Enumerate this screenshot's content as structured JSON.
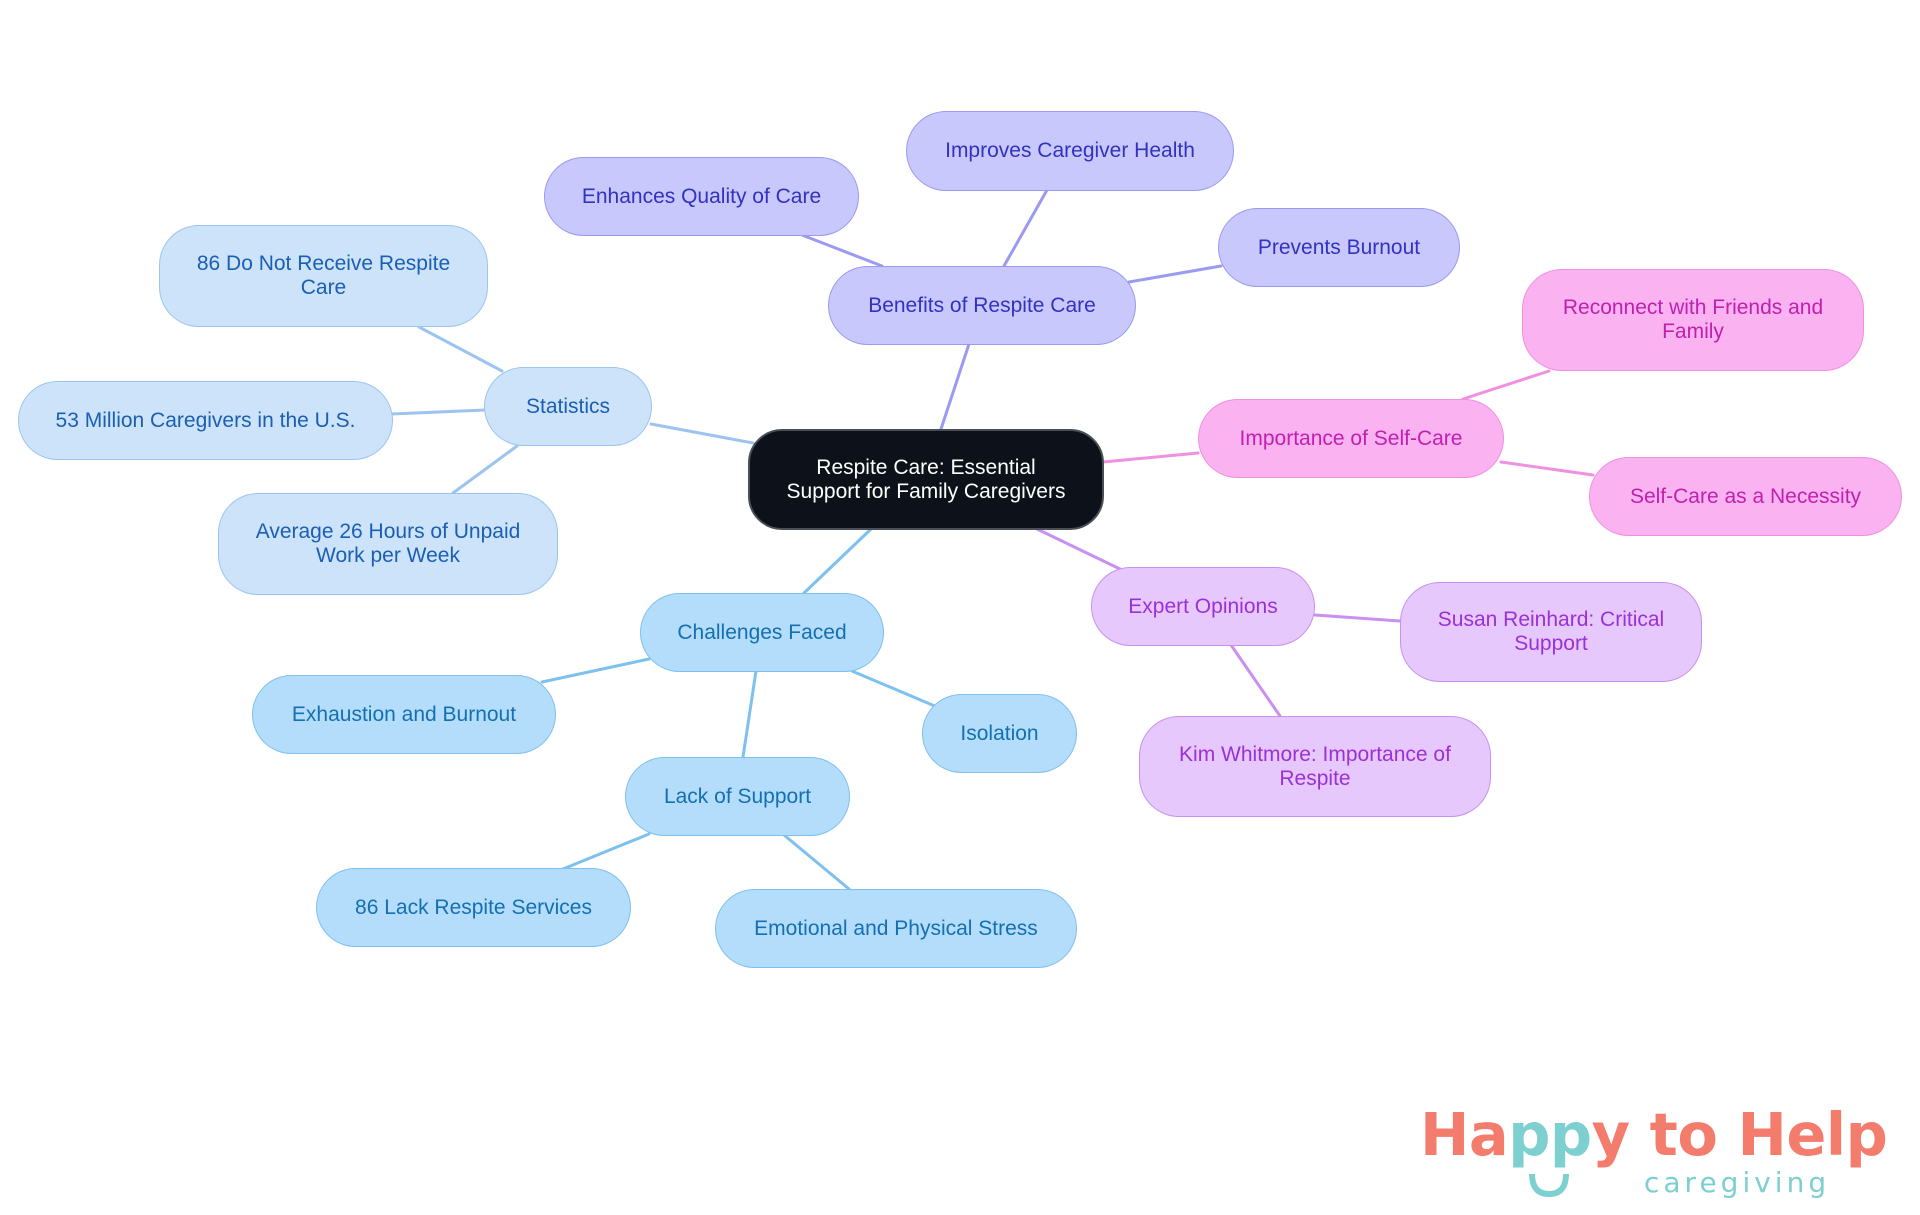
{
  "diagram": {
    "type": "mind-map",
    "root": {
      "label": "Respite Care: Essential Support for Family Caregivers",
      "lines": [
        "Respite Care: Essential",
        "Support for Family Caregivers"
      ]
    },
    "branches": {
      "statistics": {
        "label": "Statistics",
        "color": "#1a5fb4",
        "children": [
          {
            "label": "86 Do Not Receive Respite Care",
            "lines": [
              "86 Do Not Receive Respite",
              "Care"
            ]
          },
          {
            "label": "53 Million Caregivers in the U.S.",
            "lines": [
              "53 Million Caregivers in the U.S."
            ]
          },
          {
            "label": "Average 26 Hours of Unpaid Work per Week",
            "lines": [
              "Average 26 Hours of Unpaid",
              "Work per Week"
            ]
          }
        ]
      },
      "benefits": {
        "label": "Benefits of Respite Care",
        "color": "#3232c0",
        "children": [
          {
            "label": "Enhances Quality of Care"
          },
          {
            "label": "Improves Caregiver Health"
          },
          {
            "label": "Prevents Burnout"
          }
        ]
      },
      "self_care": {
        "label": "Importance of Self-Care",
        "color": "#c020b0",
        "children": [
          {
            "label": "Reconnect with Friends and Family",
            "lines": [
              "Reconnect with Friends and",
              "Family"
            ]
          },
          {
            "label": "Self-Care as a Necessity"
          }
        ]
      },
      "expert": {
        "label": "Expert Opinions",
        "color": "#9b30d8",
        "children": [
          {
            "label": "Susan Reinhard: Critical Support",
            "lines": [
              "Susan Reinhard: Critical",
              "Support"
            ]
          },
          {
            "label": "Kim Whitmore: Importance of Respite",
            "lines": [
              "Kim Whitmore: Importance of",
              "Respite"
            ]
          }
        ]
      },
      "challenges": {
        "label": "Challenges Faced",
        "color": "#1470b0",
        "children": [
          {
            "label": "Exhaustion and Burnout"
          },
          {
            "label": "Isolation"
          },
          {
            "label": "Lack of Support",
            "children": [
              {
                "label": "86 Lack Respite Services"
              },
              {
                "label": "Emotional and Physical Stress"
              }
            ]
          }
        ]
      }
    }
  },
  "edge_colors": {
    "statistics": "#9cc4ee",
    "challenges": "#7ec0ee",
    "benefits": "#9a9af0",
    "self_care": "#f090e0",
    "expert": "#c890f0"
  },
  "logo": {
    "part1": "Ha",
    "part2": "pp",
    "part3": "y to Help",
    "subtitle": "caregiving",
    "colors": {
      "primary": "#f47c6c",
      "secondary": "#7ecfcf"
    }
  }
}
